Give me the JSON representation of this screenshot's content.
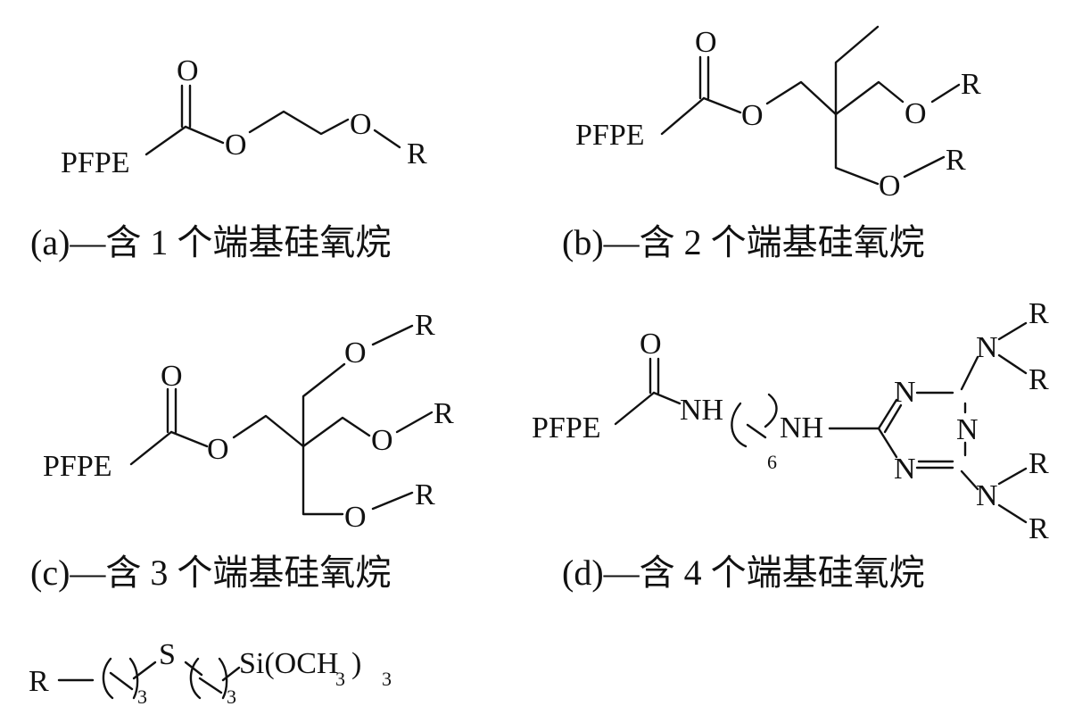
{
  "structures": {
    "a": {
      "pfpe": "PFPE",
      "carbonyl_o": "O",
      "ester_o": "O",
      "ether_o": "O",
      "r": "R",
      "caption": "(a)—含 1 个端基硅氧烷"
    },
    "b": {
      "pfpe": "PFPE",
      "carbonyl_o": "O",
      "ester_o": "O",
      "ether_o": [
        "O",
        "O"
      ],
      "r": [
        "R",
        "R"
      ],
      "caption": "(b)—含 2 个端基硅氧烷"
    },
    "c": {
      "pfpe": "PFPE",
      "carbonyl_o": "O",
      "ester_o": "O",
      "ether_o": [
        "O",
        "O",
        "O"
      ],
      "r": [
        "R",
        "R",
        "R"
      ],
      "caption": "(c)—含 3 个端基硅氧烷"
    },
    "d": {
      "pfpe": "PFPE",
      "carbonyl_o": "O",
      "nh": [
        "NH",
        "NH"
      ],
      "chain_subscript": "6",
      "triazine_n": [
        "N",
        "N",
        "N"
      ],
      "amine_n": [
        "N",
        "N"
      ],
      "r": [
        "R",
        "R",
        "R",
        "R"
      ],
      "caption": "(d)—含 4 个端基硅氧烷"
    }
  },
  "r_definition": {
    "r": "R",
    "s": "S",
    "si_group": "Si(OCH",
    "close": ")",
    "subscripts": [
      "3",
      "3",
      "3",
      "3"
    ]
  }
}
